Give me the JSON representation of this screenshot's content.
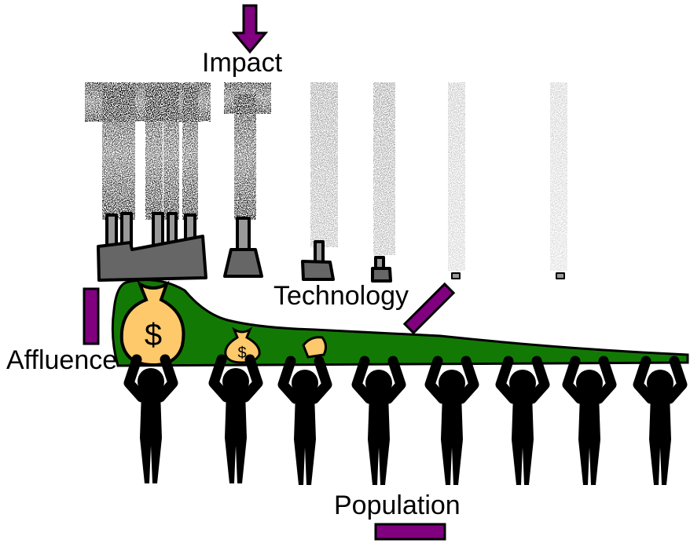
{
  "labels": {
    "impact": "Impact",
    "technology": "Technology",
    "affluence": "Affluence",
    "population": "Population"
  },
  "colors": {
    "accent": "#800080",
    "wealth_band": "#127a04",
    "money_bag": "#fdc96b",
    "factory": "#666666",
    "chimney": "#999999"
  },
  "icons": [
    "down-arrow-icon",
    "money-bag-icon",
    "factory-icon",
    "person-icon"
  ]
}
